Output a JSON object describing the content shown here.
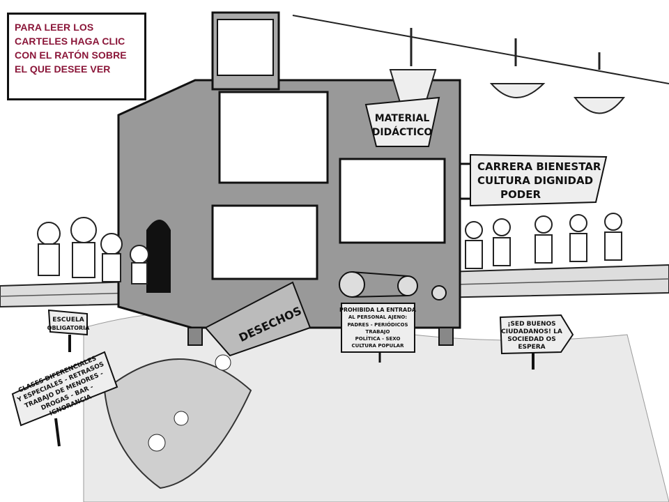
{
  "instruction_box": {
    "text": "PARA LEER LOS CARTELES HAGA CLIC CON EL RATÓN SOBRE EL QUE DESEE VER",
    "color": "#8a1538"
  },
  "signs": {
    "material": [
      "MATERIAL",
      "DIDÁCTICO"
    ],
    "values": [
      "CARRERA BIENESTAR",
      "CULTURA DIGNIDAD",
      "PODER"
    ],
    "desechos": "DESECHOS",
    "escuela": [
      "ESCUELA",
      "OBLIGATORIA"
    ],
    "clases": [
      "CLASES DIFERENCIALES",
      "Y ESPECIALES - RETRASOS",
      "TRABAJO DE MENORES -",
      "DROGAS - BAR -",
      "IGNORANCIA"
    ],
    "prohibida": [
      "PROHIBIDA LA ENTRADA",
      "AL PERSONAL AJENO:",
      "PADRES - PERIÓDICOS",
      "TRABAJO",
      "POLÍTICA - SEXO",
      "CULTURA POPULAR"
    ],
    "ciudadanos": [
      "¡SED BUENOS",
      "CIUDADANOS! LA",
      "SOCIEDAD OS",
      "ESPERA"
    ]
  }
}
